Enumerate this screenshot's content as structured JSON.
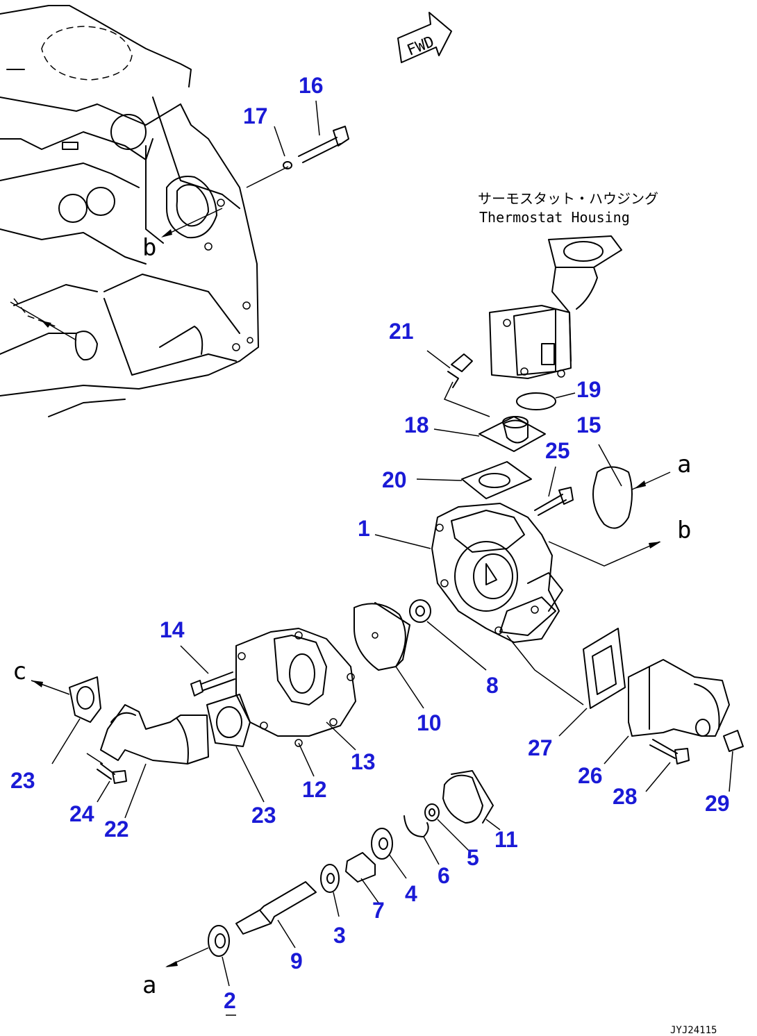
{
  "fwd_label": "FWD",
  "housing": {
    "caption_jp": "サーモスタット・ハウジング",
    "caption_en": "Thermostat Housing"
  },
  "ref_letters": {
    "a_top": "a",
    "a_bottom": "a",
    "b_left": "b",
    "b_right": "b",
    "c": "c"
  },
  "drawing_code": "JYJ24115",
  "callouts": {
    "p1": "1",
    "p2": "2",
    "p3": "3",
    "p4": "4",
    "p5": "5",
    "p6": "6",
    "p7": "7",
    "p8": "8",
    "p9": "9",
    "p10": "10",
    "p11": "11",
    "p12": "12",
    "p13": "13",
    "p14": "14",
    "p15": "15",
    "p16": "16",
    "p17": "17",
    "p18": "18",
    "p19": "19",
    "p20": "20",
    "p21": "21",
    "p22": "22",
    "p23a": "23",
    "p23b": "23",
    "p24": "24",
    "p25": "25",
    "p26": "26",
    "p27": "27",
    "p28": "28",
    "p29": "29"
  },
  "colors": {
    "callout": "#1a1ad6",
    "line": "#000000",
    "background": "#ffffff"
  }
}
